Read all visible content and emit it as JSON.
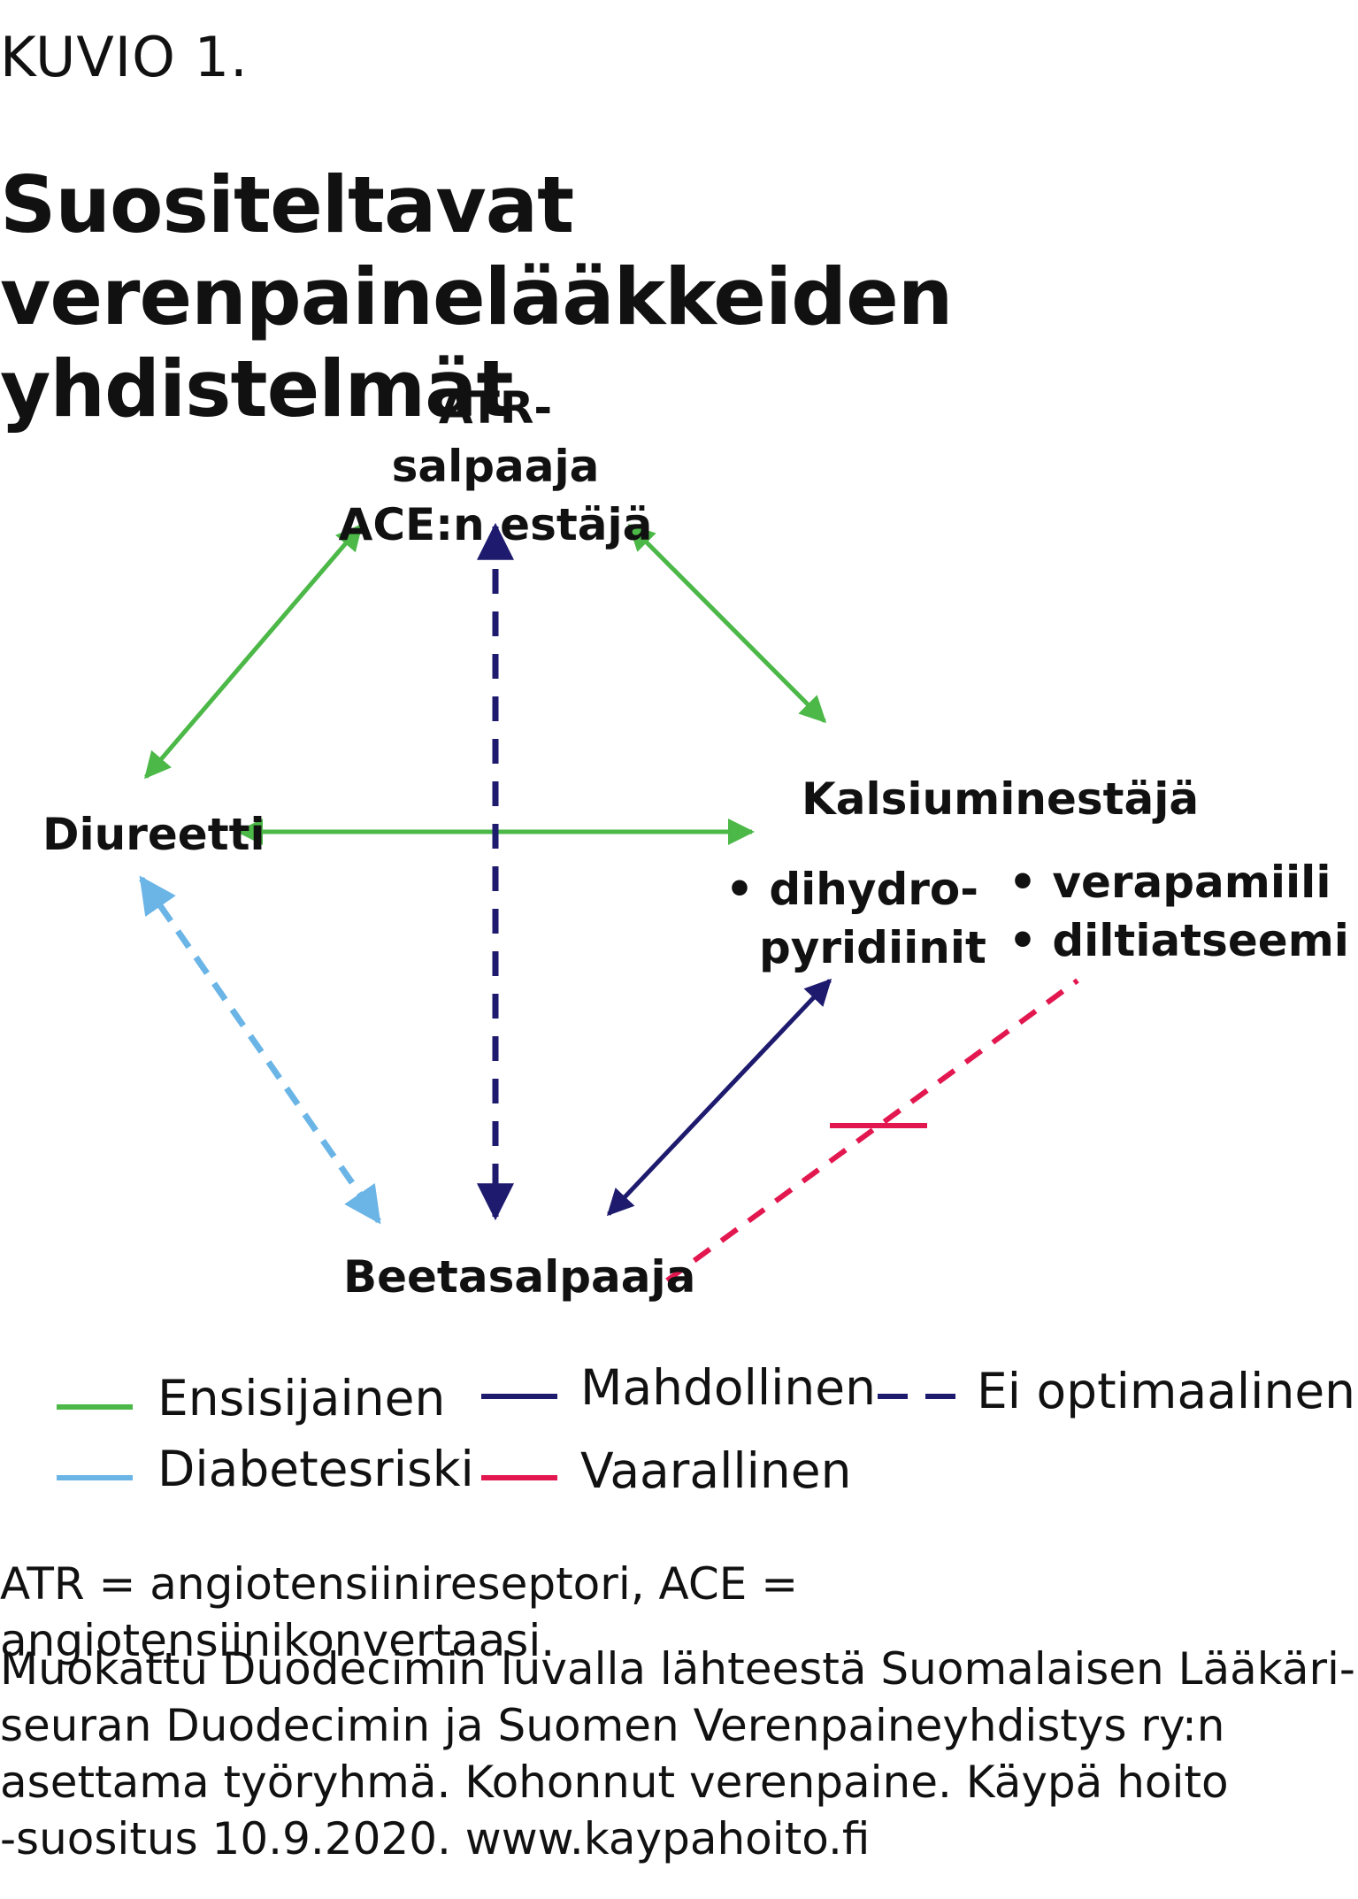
{
  "figure_label": "KUVIO 1.",
  "title": {
    "line1": "Suositeltavat verenpainelääkkeiden",
    "line2": "yhdistelmät"
  },
  "nodes": {
    "top": {
      "line1": "ATR-salpaaja",
      "line2": "ACE:n estäjä"
    },
    "left": "Diureetti",
    "right": {
      "heading": "Kalsiuminestäjä",
      "sub1": "• dihydro-",
      "sub1b": "pyridiinit",
      "sub2a": "• verapamiili",
      "sub2b": "• diltiatseemi"
    },
    "bottom": "Beetasalpaaja"
  },
  "colors": {
    "ensisijainen": "#4cb848",
    "diabetesriski": "#6ab4e6",
    "mahdollinen": "#1e1a6e",
    "vaarallinen": "#e3174f",
    "ei_optimaalinen": "#1e1a6e"
  },
  "legend": {
    "ensisijainen": "Ensisijainen",
    "diabetesriski": "Diabetesriski",
    "mahdollinen": "Mahdollinen",
    "vaarallinen": "Vaarallinen",
    "ei_optimaalinen": "Ei optimaalinen"
  },
  "footnote1": "ATR = angiotensiinireseptori, ACE = angiotensiinikonvertaasi.",
  "footnote2": {
    "line1": "Muokattu Duodecimin luvalla lähteestä Suomalaisen Lääkäri-",
    "line2": "seuran Duodecimin ja Suomen Verenpaineyhdistys ry:n",
    "line3": "asettama työryhmä. Kohonnut verenpaine. Käypä hoito",
    "line4": "-suositus 10.9.2020. www.kaypahoito.fi"
  }
}
